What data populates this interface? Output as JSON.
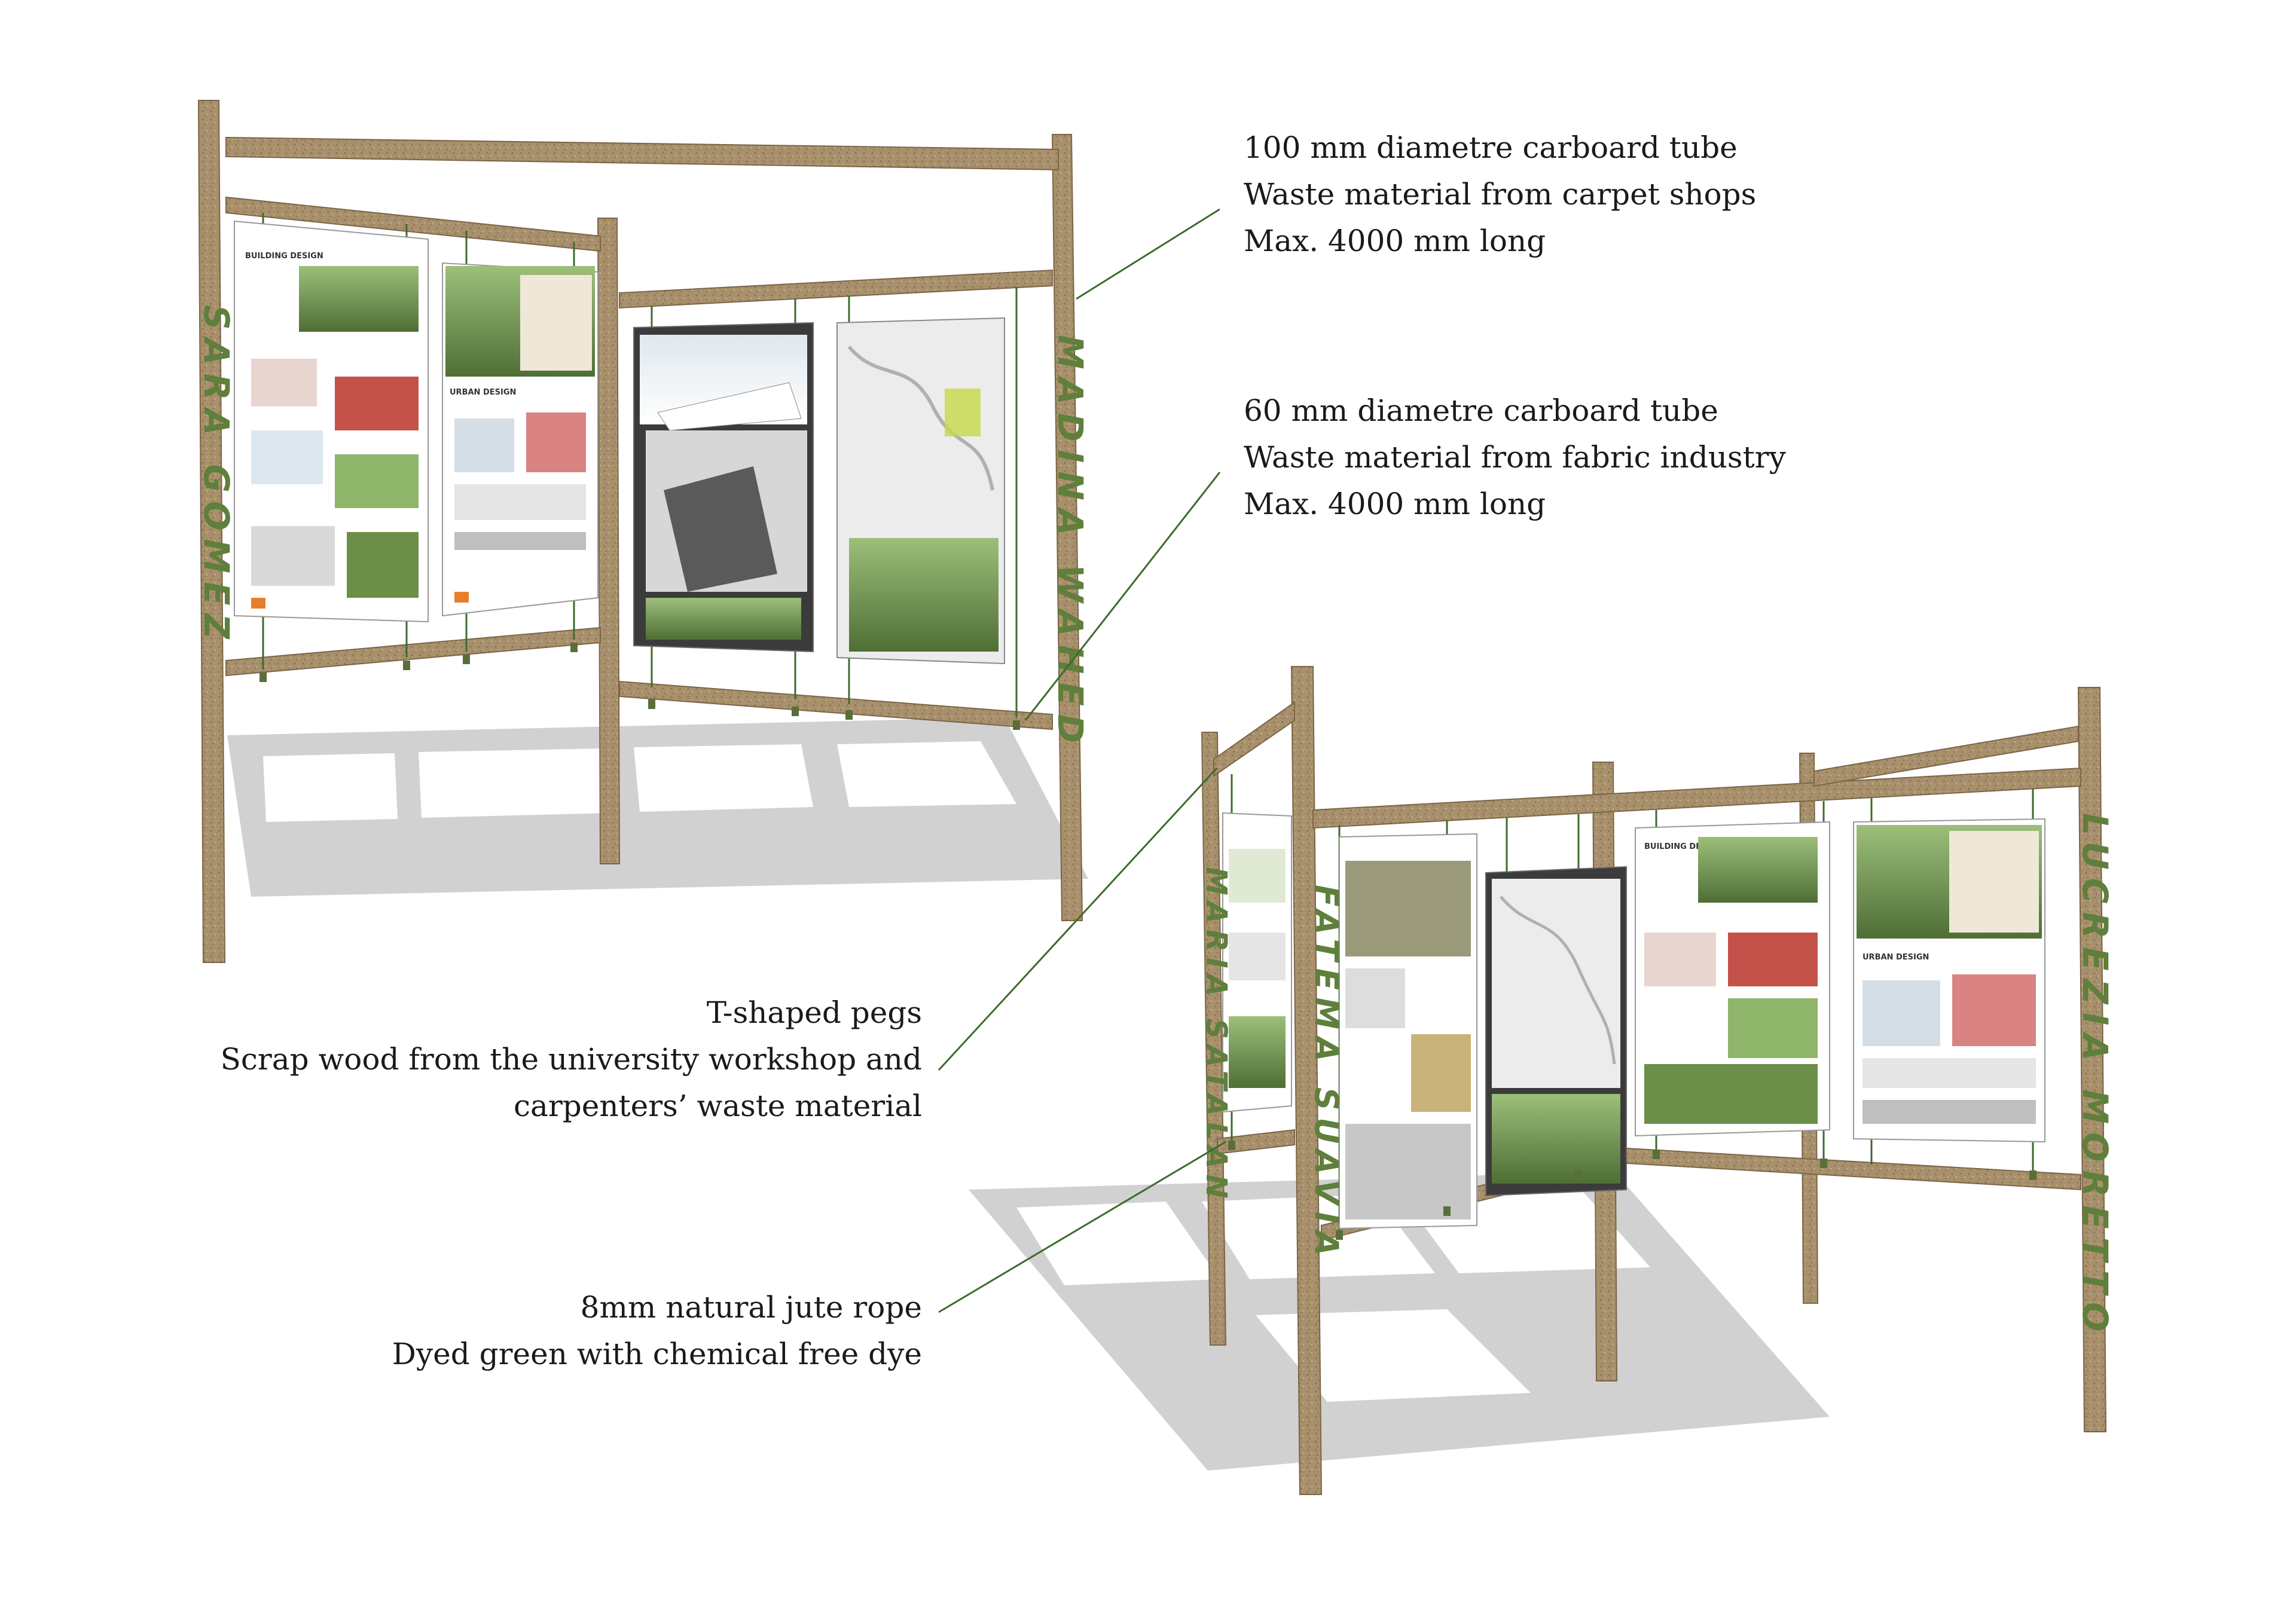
{
  "annotations": {
    "tube_100": {
      "lines": [
        "100 mm diametre carboard tube",
        "Waste material from carpet shops",
        "Max. 4000 mm long"
      ]
    },
    "tube_60": {
      "lines": [
        "60 mm diametre carboard tube",
        "Waste material from fabric industry",
        "Max. 4000 mm long"
      ]
    },
    "pegs": {
      "lines": [
        "T-shaped pegs",
        "Scrap wood from the university workshop and",
        "carpenters’ waste material"
      ]
    },
    "rope": {
      "lines": [
        "8mm natural jute rope",
        "Dyed green with chemical free dye"
      ]
    }
  },
  "student_names": {
    "sara": "SARA GOMEZ",
    "madina": "MADINA WAHED",
    "maria": "MARIA SATALAN",
    "fatema": "FATEMA SUAVIA",
    "lucrezia": "LUCREZIA MORETTO"
  },
  "poster_titles": {
    "building_design": "BUILDING DESIGN",
    "urban_design": "URBAN DESIGN"
  },
  "colors": {
    "tube": "#a8906c",
    "rope": "#3d6b2e",
    "name_text": "#5f7f3c",
    "shadow": "#c9c9c9",
    "leader_line": "#3d6b2e"
  }
}
